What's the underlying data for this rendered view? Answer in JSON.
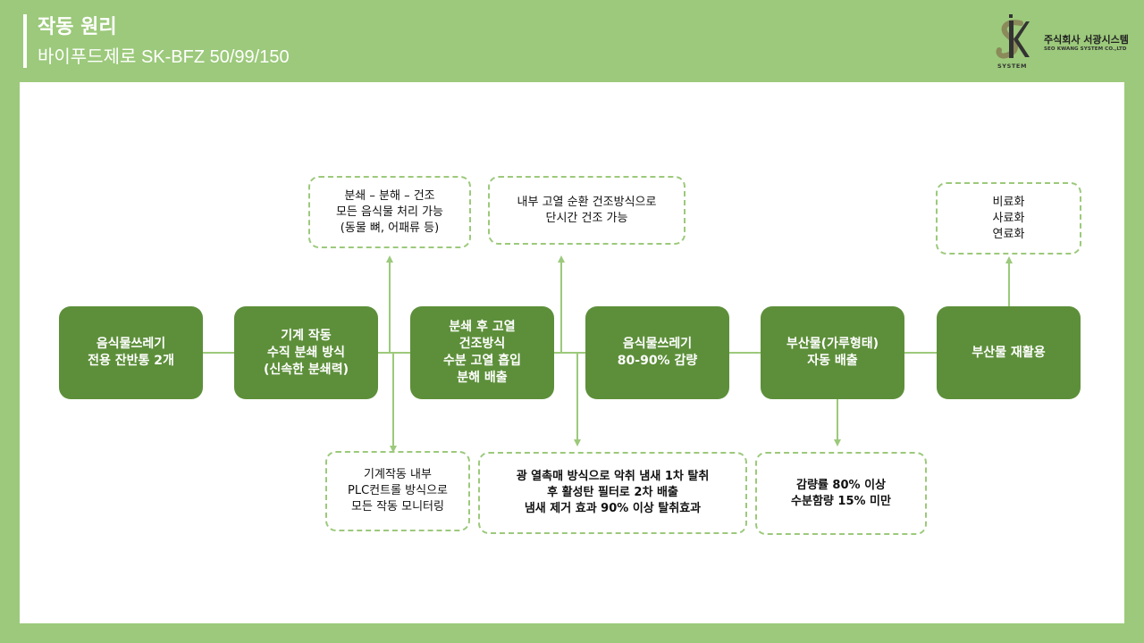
{
  "header": {
    "title": "작동 원리",
    "subtitle": "바이푸드제로 SK-BFZ 50/99/150"
  },
  "logo": {
    "company_ko": "주식회사 서광시스템",
    "company_en": "SEO KWANG SYSTEM CO.,LTD",
    "system_label": "SYSTEM"
  },
  "colors": {
    "background": "#9cc97b",
    "box_fill": "#5d8f3a",
    "dashed_border": "#9cc97b",
    "connector": "#9cc97b"
  },
  "process_steps": [
    {
      "label": "음식물쓰레기\n전용 잔반통 2개"
    },
    {
      "label": "기계 작동\n수직 분쇄 방식\n(신속한 분쇄력)"
    },
    {
      "label": "분쇄 후 고열\n건조방식\n수분 고열 흡입\n분해 배출"
    },
    {
      "label": "음식물쓰레기\n80-90% 감량"
    },
    {
      "label": "부산물(가루형태)\n자동 배출"
    },
    {
      "label": "부산물 재활용"
    }
  ],
  "notes": {
    "crush": "분쇄 – 분해 – 건조\n모든 음식물 처리 가능\n(동물 뼈, 어패류 등)",
    "plc": "기계작동 내부\nPLC컨트롤 방식으로\n모든 작동 모니터링",
    "dry": "내부 고열 순환 건조방식으로\n단시간 건조 가능",
    "odor": "광 열촉매 방식으로 악취 냄새 1차 탈취\n후 활성탄 필터로 2차 배출\n냄새 제거 효과 90% 이상 탈취효과",
    "reduction": "감량률 80% 이상\n수분함량 15% 미만",
    "recycle": "비료화\n사료화\n연료화"
  }
}
